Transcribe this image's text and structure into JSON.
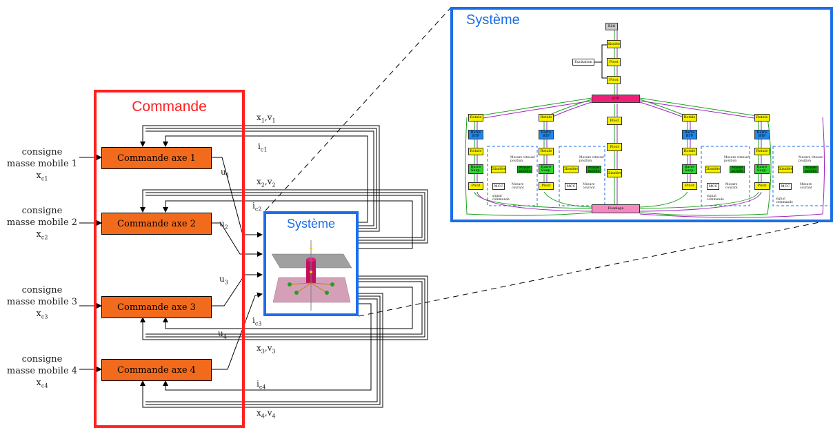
{
  "commande": {
    "title": "Commande",
    "axes": [
      "Commande axe 1",
      "Commande axe 2",
      "Commande axe 3",
      "Commande axe 4"
    ]
  },
  "consignes": [
    {
      "line1": "consigne",
      "line2": "masse mobile 1",
      "line3": "x",
      "sub": "c1"
    },
    {
      "line1": "consigne",
      "line2": "masse mobile 2",
      "line3": "x",
      "sub": "c2"
    },
    {
      "line1": "consigne",
      "line2": "masse mobile 3",
      "line3": "x",
      "sub": "c3"
    },
    {
      "line1": "consigne",
      "line2": "masse mobile 4",
      "line3": "x",
      "sub": "c4"
    }
  ],
  "signals": {
    "u1": {
      "base": "u",
      "sub": "1"
    },
    "u2": {
      "base": "u",
      "sub": "2"
    },
    "u3": {
      "base": "u",
      "sub": "3"
    },
    "u4": {
      "base": "u",
      "sub": "4"
    },
    "xv1": {
      "a": "x",
      "as": "1",
      "b": ",v",
      "bs": "1"
    },
    "xv2": {
      "a": "x",
      "as": "2",
      "b": ",v",
      "bs": "2"
    },
    "xv3": {
      "a": "x",
      "as": "3",
      "b": ",v",
      "bs": "3"
    },
    "xv4": {
      "a": "x",
      "as": "4",
      "b": ",v",
      "bs": "4"
    },
    "ic1": {
      "base": "i",
      "sub": "c1"
    },
    "ic2": {
      "base": "i",
      "sub": "c2"
    },
    "ic3": {
      "base": "i",
      "sub": "c3"
    },
    "ic4": {
      "base": "i",
      "sub": "c4"
    }
  },
  "systeme": {
    "title": "Système",
    "zoom_title": "Système"
  },
  "zoom": {
    "bati": "Bâti",
    "glissiere": "Glissière",
    "pivot": "Pivot",
    "excitation": "Excitation",
    "btp": "BTP",
    "rotule": "Rotule",
    "barre_btp": "Barre BTP",
    "barre_susp": "Barre Susp.",
    "masse_mobile": "Masse mobile",
    "mcc": "MCC",
    "mesure_vp": "Mesure vitesse/ position",
    "mesure_courant": "Mesure courant",
    "signal_commande": "signal commande",
    "fuselage": "Fuselage"
  },
  "colors": {
    "commande_border": "#ff2020",
    "systeme_border": "#1a6fe8",
    "orange_block": "#f26b1d",
    "yellow": "#f4f000",
    "blue": "#1f86e8",
    "green": "#2cd82c",
    "magenta": "#f0207a",
    "pink": "#f28ac0"
  }
}
